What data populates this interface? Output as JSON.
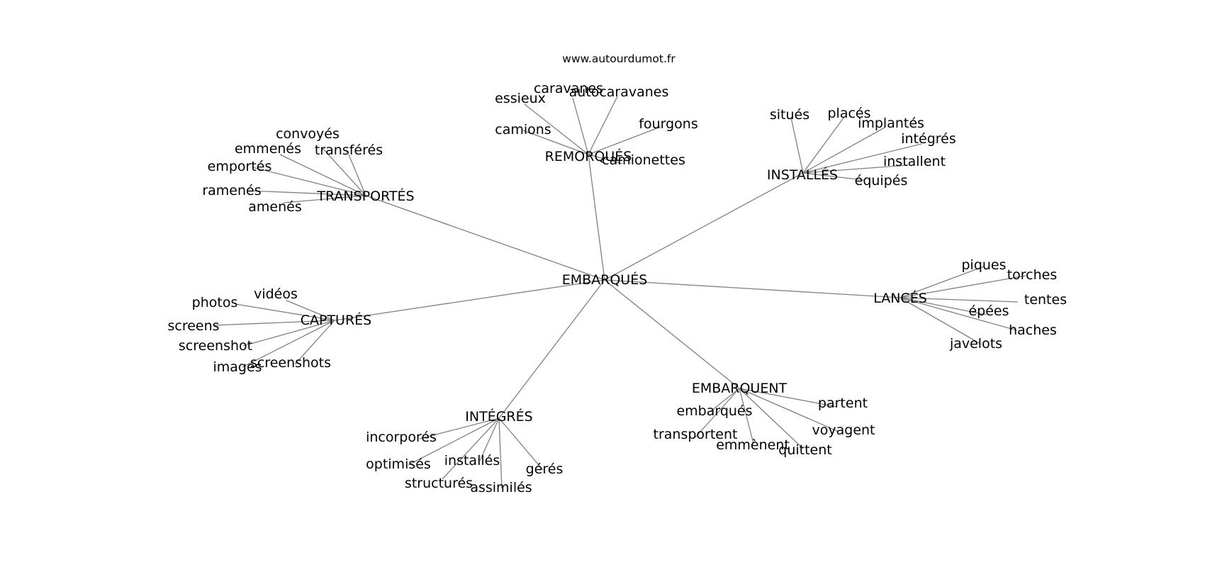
{
  "watermark": "www.autourdumot.fr",
  "graph": {
    "center": "EMBARQUÉS",
    "clusters": [
      {
        "label": "TRANSPORTÉS",
        "words": [
          "convoyés",
          "emmenés",
          "transférés",
          "emportés",
          "ramenés",
          "amenés"
        ]
      },
      {
        "label": "REMORQUÉS",
        "words": [
          "caravanes",
          "autocaravanes",
          "essieux",
          "fourgons",
          "camions",
          "camionettes"
        ]
      },
      {
        "label": "INSTALLÉS",
        "words": [
          "situés",
          "placés",
          "implantés",
          "intégrés",
          "installent",
          "équipés"
        ]
      },
      {
        "label": "LANCÉS",
        "words": [
          "piques",
          "torches",
          "tentes",
          "épées",
          "haches",
          "javelots"
        ]
      },
      {
        "label": "EMBARQUENT",
        "words": [
          "embarqués",
          "partent",
          "voyagent",
          "transportent",
          "emmènent",
          "quittent"
        ]
      },
      {
        "label": "INTÉGRÉS",
        "words": [
          "incorporés",
          "optimisés",
          "installés",
          "gérés",
          "structurés",
          "assimilés"
        ]
      },
      {
        "label": "CAPTURÉS",
        "words": [
          "vidéos",
          "photos",
          "screens",
          "screenshot",
          "images",
          "screenshots"
        ]
      }
    ]
  }
}
